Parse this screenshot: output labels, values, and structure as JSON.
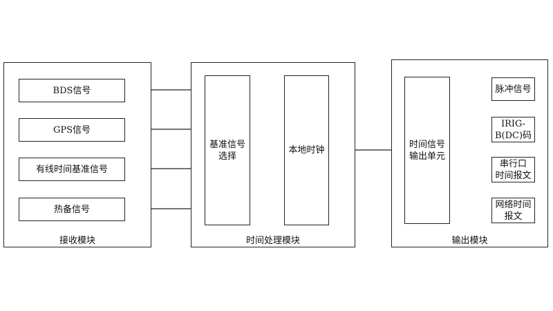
{
  "modules": {
    "receive": {
      "caption": "接收模块",
      "inputs": [
        "BDS信号",
        "GPS信号",
        "有线时间基准信号",
        "热备信号"
      ]
    },
    "process": {
      "caption": "时间处理模块",
      "selector": "基准信号\n选择",
      "clock": "本地时钟"
    },
    "output": {
      "caption": "输出模块",
      "unit": "时间信号\n输出单元",
      "outputs": [
        "脉冲信号",
        "IRIG-\nB(DC)码",
        "串行口\n时间报文",
        "网络时间\n报文"
      ]
    }
  }
}
